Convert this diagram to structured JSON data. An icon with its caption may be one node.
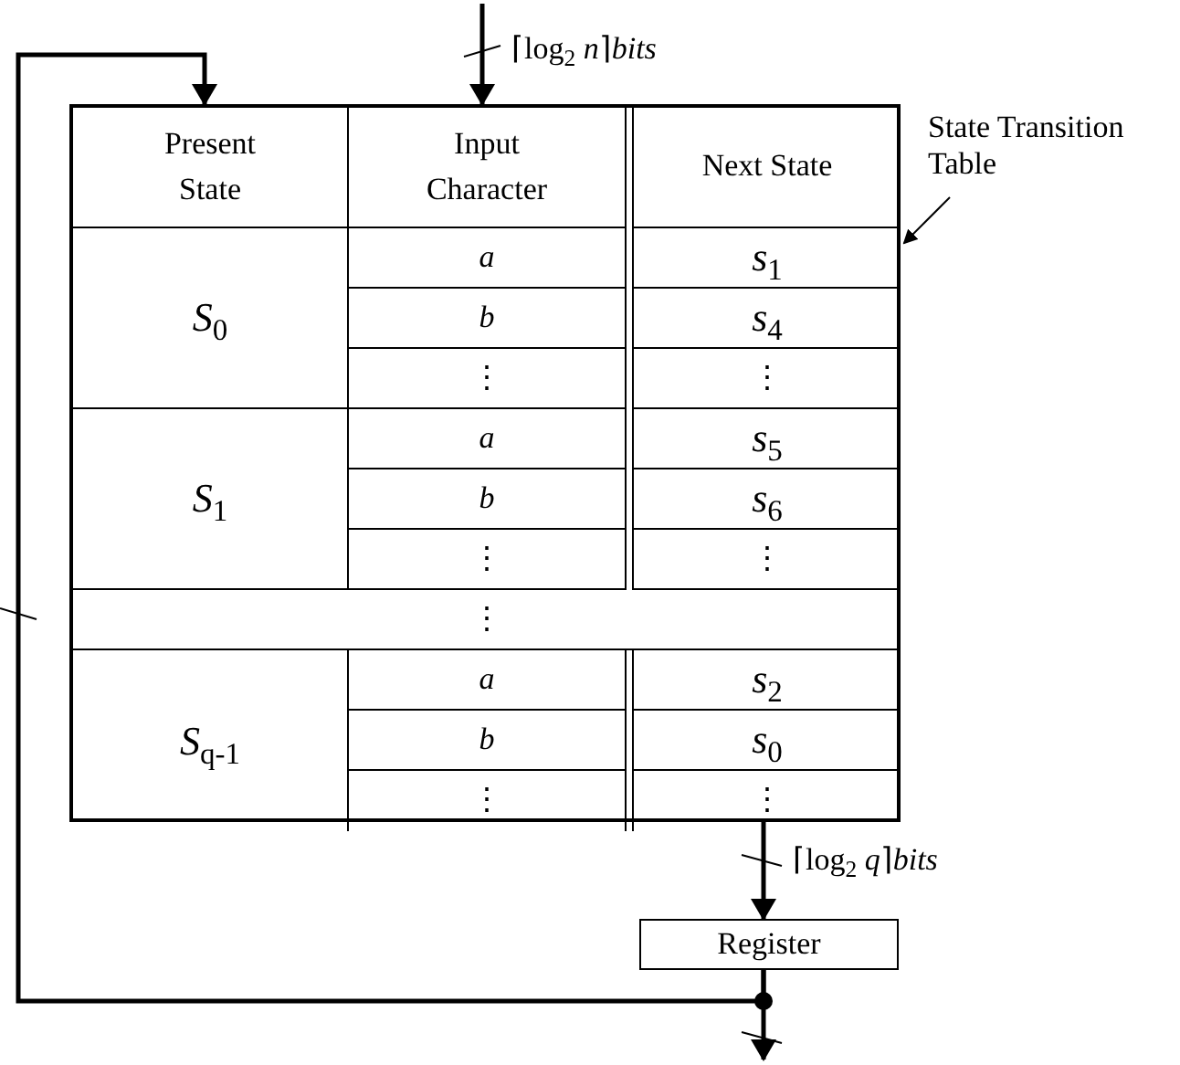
{
  "diagram": {
    "nodes": [
      {
        "text": [],
        "shape": "box"
      },
      {
        "text": [
          "State Transition Table"
        ]
      },
      {
        "text": [
          "Register"
        ]
      }
    ],
    "edges": [
      {
        "from": null,
        "to": 0,
        "arrow": "to",
        "label": "⌈log$_{2}$ *n*⌉*bits*"
      },
      {
        "from": 0,
        "to": 2,
        "arrow": "to",
        "label": "⌈log$_{2}$ *q*⌉*bits*"
      },
      {
        "from": 2,
        "to": null,
        "arrow": "to"
      },
      {
        "from": 2,
        "to": 0,
        "arrow": "to"
      },
      {
        "from": 1,
        "to": 0,
        "arrow": "to"
      }
    ],
    "labels": [
      "Present State",
      "Input Character",
      "Next State",
      "*S*$_{0}$",
      "a",
      "*s*$_{1}$",
      "b",
      "*s*$_{4}$",
      "⋮",
      "⋮",
      "*S*$_{1}$",
      "a",
      "*s*$_{5}$",
      "b",
      "*s*$_{6}$",
      "⋮",
      "⋮",
      "⋮",
      "*S*$_{q-1}$",
      "a",
      "*s*$_{2}$",
      "b",
      "*s*$_{0}$",
      "⋮",
      "⋮"
    ]
  }
}
